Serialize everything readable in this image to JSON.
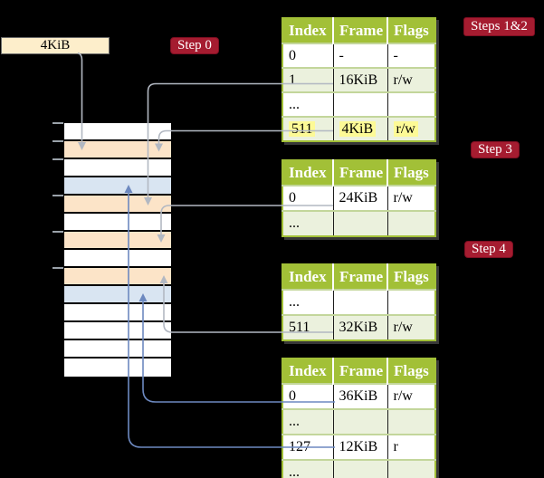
{
  "palette": {
    "background": "#000000",
    "table_header_green": "#a2c037",
    "table_row_shaded_green": "#ebf1dd",
    "table_border_light_green": "#c3d69b",
    "highlight_yellow": "#fdfa96",
    "badge_crimson": "#a51c30",
    "base_box_cream": "#fdeecb",
    "page_table_page_peach": "#fce4c8",
    "data_page_blue": "#d9e5f2",
    "arrow_gray": "#b2b8c2",
    "arrow_blue": "#6d89c0"
  },
  "base_pointer": {
    "label": "4KiB"
  },
  "badges": {
    "step0": "Step 0",
    "steps12": "Steps 1&2",
    "step3": "Step 3",
    "step4": "Step 4"
  },
  "memory_stack": {
    "rows": [
      {
        "kind": "free"
      },
      {
        "kind": "pagetable"
      },
      {
        "kind": "free"
      },
      {
        "kind": "datapage"
      },
      {
        "kind": "pagetable"
      },
      {
        "kind": "free"
      },
      {
        "kind": "pagetable"
      },
      {
        "kind": "free"
      },
      {
        "kind": "pagetable"
      },
      {
        "kind": "datapage"
      },
      {
        "kind": "free"
      },
      {
        "kind": "free"
      },
      {
        "kind": "free"
      },
      {
        "kind": "free"
      }
    ]
  },
  "tables": [
    {
      "headers": [
        "Index",
        "Frame",
        "Flags"
      ],
      "rows": [
        {
          "cells": [
            "0",
            "-",
            "-"
          ],
          "shaded": false,
          "highlighted": false
        },
        {
          "cells": [
            "1",
            "16KiB",
            "r/w"
          ],
          "shaded": true,
          "highlighted": false
        },
        {
          "cells": [
            "...",
            "",
            ""
          ],
          "shaded": false,
          "highlighted": false
        },
        {
          "cells": [
            "511",
            "4KiB",
            "r/w"
          ],
          "shaded": true,
          "highlighted": true
        }
      ]
    },
    {
      "headers": [
        "Index",
        "Frame",
        "Flags"
      ],
      "rows": [
        {
          "cells": [
            "0",
            "24KiB",
            "r/w"
          ],
          "shaded": false,
          "highlighted": false
        },
        {
          "cells": [
            "...",
            "",
            ""
          ],
          "shaded": true,
          "highlighted": false
        }
      ]
    },
    {
      "headers": [
        "Index",
        "Frame",
        "Flags"
      ],
      "rows": [
        {
          "cells": [
            "...",
            "",
            ""
          ],
          "shaded": false,
          "highlighted": false
        },
        {
          "cells": [
            "511",
            "32KiB",
            "r/w"
          ],
          "shaded": true,
          "highlighted": false
        }
      ]
    },
    {
      "headers": [
        "Index",
        "Frame",
        "Flags"
      ],
      "rows": [
        {
          "cells": [
            "0",
            "36KiB",
            "r/w"
          ],
          "shaded": false,
          "highlighted": false
        },
        {
          "cells": [
            "...",
            "",
            ""
          ],
          "shaded": true,
          "highlighted": false
        },
        {
          "cells": [
            "127",
            "12KiB",
            "r"
          ],
          "shaded": false,
          "highlighted": false
        },
        {
          "cells": [
            "...",
            "",
            ""
          ],
          "shaded": true,
          "highlighted": false
        }
      ]
    }
  ],
  "connectors": [
    {
      "from": "base-pointer-box",
      "to": "memory-row-1",
      "color": "gray"
    },
    {
      "from": "table-0-row-1",
      "to": "memory-row-4",
      "color": "gray"
    },
    {
      "from": "table-0-row-3",
      "to": "memory-row-1",
      "color": "gray"
    },
    {
      "from": "table-1-row-0",
      "to": "memory-row-6",
      "color": "gray"
    },
    {
      "from": "table-2-row-1",
      "to": "memory-row-8",
      "color": "gray"
    },
    {
      "from": "table-3-row-0",
      "to": "memory-row-9",
      "color": "blue"
    },
    {
      "from": "table-3-row-2",
      "to": "memory-row-3",
      "color": "blue"
    }
  ]
}
